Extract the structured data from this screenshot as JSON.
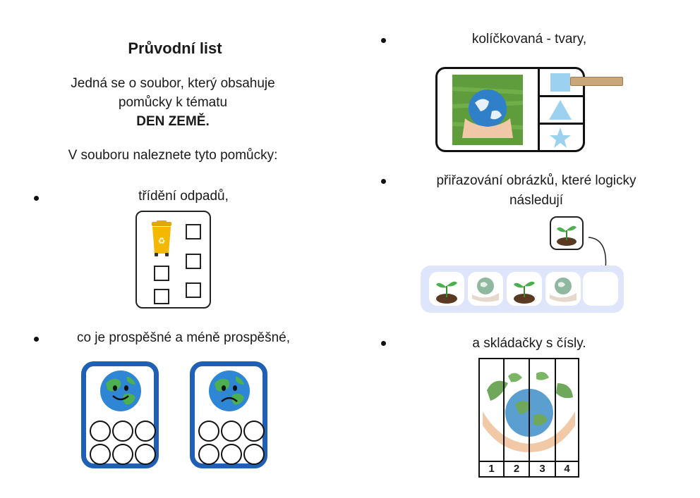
{
  "left": {
    "title": "Průvodní list",
    "intro_line1": "Jedná se o soubor, který obsahuje",
    "intro_line2": "pomůcky k tématu",
    "topic": "DEN ZEMĚ.",
    "list_intro": "V souboru naleznete tyto pomůcky:",
    "items": [
      {
        "label": "třídění odpadů,"
      },
      {
        "label": "co je prospěšné a méně prospěšné,"
      }
    ]
  },
  "right": {
    "items": [
      {
        "label": "kolíčkovaná - tvary,"
      },
      {
        "label_line1": "přiřazování obrázků, které logicky",
        "label_line2": "následují"
      },
      {
        "label": "a skládačky s čísly."
      }
    ],
    "puzzle_numbers": [
      "1",
      "2",
      "3",
      "4"
    ]
  },
  "colors": {
    "card_blue": "#1f5fb4",
    "strip_blue": "#dfe6fb",
    "bin_yellow": "#f5b800",
    "earth_blue": "#2e86d4",
    "earth_green": "#4caf50"
  }
}
